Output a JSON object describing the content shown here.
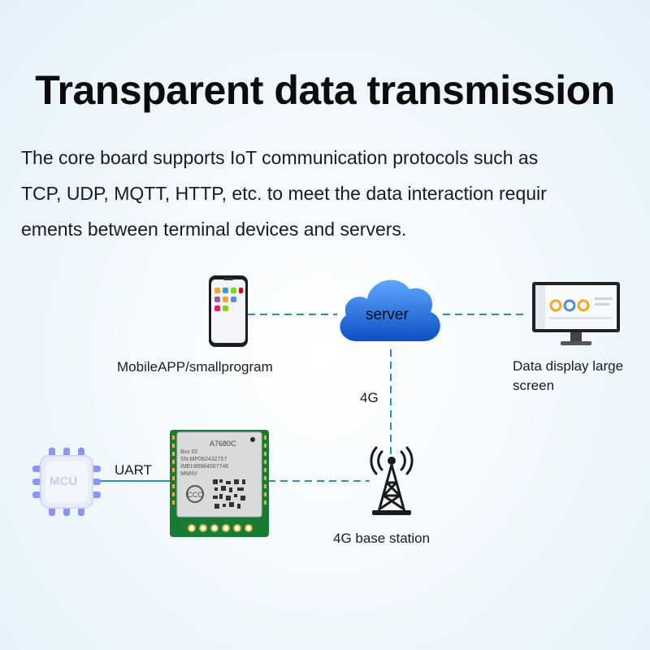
{
  "title": "Transparent data transmission",
  "description": {
    "line1": "The core board supports IoT communication protocols such as",
    "line2": "TCP, UDP, MQTT, HTTP, etc. to meet the data interaction requir",
    "line3": "ements between terminal devices and servers."
  },
  "nodes": {
    "mobile_label": "MobileAPP/smallprogram",
    "server_label": "server",
    "screen_label_line1": "Data display large",
    "screen_label_line2": "screen",
    "base_station_label": "4G base station",
    "mcu_label": "MCU",
    "module_model": "A7680C",
    "module_line2": "Bxx.02",
    "module_line3": "SN:MP062432757",
    "module_line4": "IMEI:86984007746",
    "module_line5": "MNNV"
  },
  "links": {
    "uart_label": "UART",
    "fourg_label": "4G"
  },
  "colors": {
    "line": "#2b8fb3",
    "cloud": "#1e6fd6",
    "pcb": "#1a7a34"
  }
}
